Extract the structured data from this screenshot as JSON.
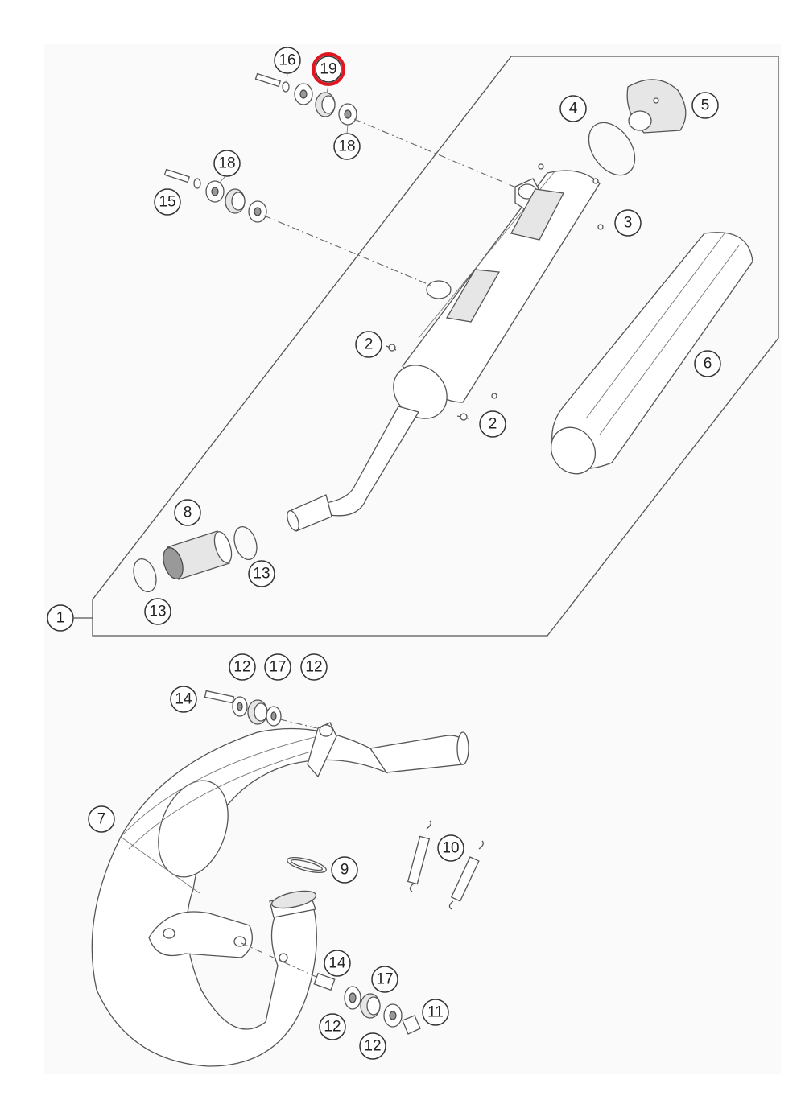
{
  "callouts": [
    {
      "id": "c1",
      "label": "1"
    },
    {
      "id": "c2a",
      "label": "2"
    },
    {
      "id": "c2b",
      "label": "2"
    },
    {
      "id": "c3",
      "label": "3"
    },
    {
      "id": "c4",
      "label": "4"
    },
    {
      "id": "c5",
      "label": "5"
    },
    {
      "id": "c6",
      "label": "6"
    },
    {
      "id": "c7",
      "label": "7"
    },
    {
      "id": "c8",
      "label": "8"
    },
    {
      "id": "c9",
      "label": "9"
    },
    {
      "id": "c10",
      "label": "10"
    },
    {
      "id": "c11",
      "label": "11"
    },
    {
      "id": "c12a",
      "label": "12"
    },
    {
      "id": "c12b",
      "label": "12"
    },
    {
      "id": "c12c",
      "label": "12"
    },
    {
      "id": "c12d",
      "label": "12"
    },
    {
      "id": "c13a",
      "label": "13"
    },
    {
      "id": "c13b",
      "label": "13"
    },
    {
      "id": "c14a",
      "label": "14"
    },
    {
      "id": "c14b",
      "label": "14"
    },
    {
      "id": "c15",
      "label": "15"
    },
    {
      "id": "c16",
      "label": "16"
    },
    {
      "id": "c17a",
      "label": "17"
    },
    {
      "id": "c17b",
      "label": "17"
    },
    {
      "id": "c18a",
      "label": "18"
    },
    {
      "id": "c18b",
      "label": "18"
    },
    {
      "id": "c19",
      "label": "19"
    }
  ],
  "highlighted_callout": "19",
  "colors": {
    "highlight": "#e0151f",
    "line": "#555555",
    "background": "#fafafa"
  }
}
